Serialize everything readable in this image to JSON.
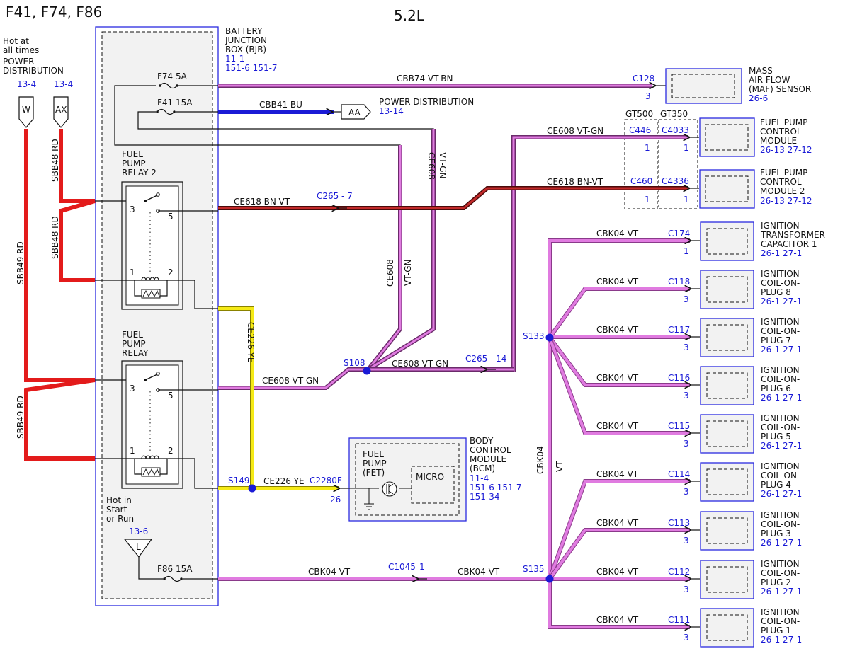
{
  "header": {
    "fuses": "F41, F74, F86",
    "engine": "5.2L"
  },
  "power_feeds": {
    "hot_label": [
      "Hot at",
      "all times"
    ],
    "dist_label": [
      "POWER",
      "DISTRIBUTION"
    ],
    "w_ref": "13-4",
    "w": "W",
    "ax_ref": "13-4",
    "ax": "AX",
    "l_ref": "13-6",
    "l": "L",
    "hot_start": [
      "Hot in",
      "Start",
      "or Run"
    ]
  },
  "bjb": {
    "name": [
      "BATTERY",
      "JUNCTION",
      "BOX (BJB)"
    ],
    "refs": [
      "11-1",
      "151-6 151-7"
    ],
    "fuse_f74": "F74  5A",
    "fuse_f41": "F41  15A",
    "fuse_f86": "F86  15A",
    "relay2": [
      "FUEL",
      "PUMP",
      "RELAY 2"
    ],
    "relay1": [
      "FUEL",
      "PUMP",
      "RELAY"
    ],
    "pin3": "3",
    "pin5": "5",
    "pin1": "1",
    "pin2": "2"
  },
  "wires": {
    "sbb48": "SBB48  RD",
    "sbb49": "SBB49  RD",
    "cbb74": "CBB74  VT-BN",
    "cbb41": "CBB41   BU",
    "ce608_top": "CE608  VT-GN",
    "ce618_top": "CE618  BN-VT",
    "ce618_left": "CE618  BN-VT",
    "ce608": "CE608",
    "vtgn": "VT-GN",
    "ce608_left": "CE608  VT-GN",
    "ce608_mid": "CE608  VT-GN",
    "ce226": "CE226  YE",
    "ce226_h": "CE226 YE",
    "cbk04": "CBK04  VT",
    "cbk04_v": "CBK04",
    "vt": "VT"
  },
  "connectors": {
    "c128": "C128",
    "c128_pin": "3",
    "aa": "AA",
    "aa_label": "POWER DISTRIBUTION",
    "aa_ref": "13-14",
    "gt500": "GT500",
    "gt350": "GT350",
    "c446": "C446",
    "c4033": "C4033",
    "c460": "C460",
    "c4336": "C4336",
    "pin1": "1",
    "c265_7": "C265",
    "c265_7_pin": "- 7",
    "c265_14": "C265",
    "c265_14_pin": "- 14",
    "s108": "S108",
    "s149": "S149",
    "s133": "S133",
    "s135": "S135",
    "c2280f": "C2280F",
    "c2280f_pin": "26",
    "c1045": "C1045",
    "c1045_pin": "1"
  },
  "maf": {
    "name": [
      "MASS",
      "AIR FLOW",
      "(MAF) SENSOR"
    ],
    "ref": "26-6"
  },
  "fpcm": {
    "name": [
      "FUEL PUMP",
      "CONTROL",
      "MODULE"
    ],
    "ref": "26-13 27-12"
  },
  "fpcm2": {
    "name": [
      "FUEL PUMP",
      "CONTROL",
      "MODULE 2"
    ],
    "ref": "26-13 27-12"
  },
  "bcm": {
    "name": [
      "BODY",
      "CONTROL",
      "MODULE",
      "(BCM)"
    ],
    "refs": [
      "11-4",
      "151-6 151-7",
      "151-34"
    ],
    "fet": [
      "FUEL",
      "PUMP",
      "(FET)"
    ],
    "micro": "MICRO"
  },
  "ign_devices": [
    {
      "conn": "C174",
      "pin": "1",
      "name": [
        "IGNITION",
        "TRANSFORMER",
        "CAPACITOR 1"
      ],
      "ref": "26-1  27-1"
    },
    {
      "conn": "C118",
      "pin": "3",
      "name": [
        "IGNITION",
        "COIL-ON-",
        "PLUG 8"
      ],
      "ref": "26-1   27-1"
    },
    {
      "conn": "C117",
      "pin": "3",
      "name": [
        "IGNITION",
        "COIL-ON-",
        "PLUG 7"
      ],
      "ref": "26-1   27-1"
    },
    {
      "conn": "C116",
      "pin": "3",
      "name": [
        "IGNITION",
        "COIL-ON-",
        "PLUG 6"
      ],
      "ref": "26-1   27-1"
    },
    {
      "conn": "C115",
      "pin": "3",
      "name": [
        "IGNITION",
        "COIL-ON-",
        "PLUG 5"
      ],
      "ref": "26-1   27-1"
    },
    {
      "conn": "C114",
      "pin": "3",
      "name": [
        "IGNITION",
        "COIL-ON-",
        "PLUG 4"
      ],
      "ref": "26-1   27-1"
    },
    {
      "conn": "C113",
      "pin": "3",
      "name": [
        "IGNITION",
        "COIL-ON-",
        "PLUG 3"
      ],
      "ref": "26-1   27-1"
    },
    {
      "conn": "C112",
      "pin": "3",
      "name": [
        "IGNITION",
        "COIL-ON-",
        "PLUG 2"
      ],
      "ref": "26-1   27-1"
    },
    {
      "conn": "C111",
      "pin": "3",
      "name": [
        "IGNITION",
        "COIL-ON-",
        "PLUG 1"
      ],
      "ref": "26-1   27-1"
    }
  ],
  "colors": {
    "red": "#e31b1b",
    "pink": "#e07be0",
    "pinkdark": "#6b2b6b",
    "yellow": "#f5ea16",
    "blue": "#1a1ad6",
    "bnvt": "#9b1414",
    "box": "#2a2ae0",
    "fill": "#f2f2f2"
  }
}
